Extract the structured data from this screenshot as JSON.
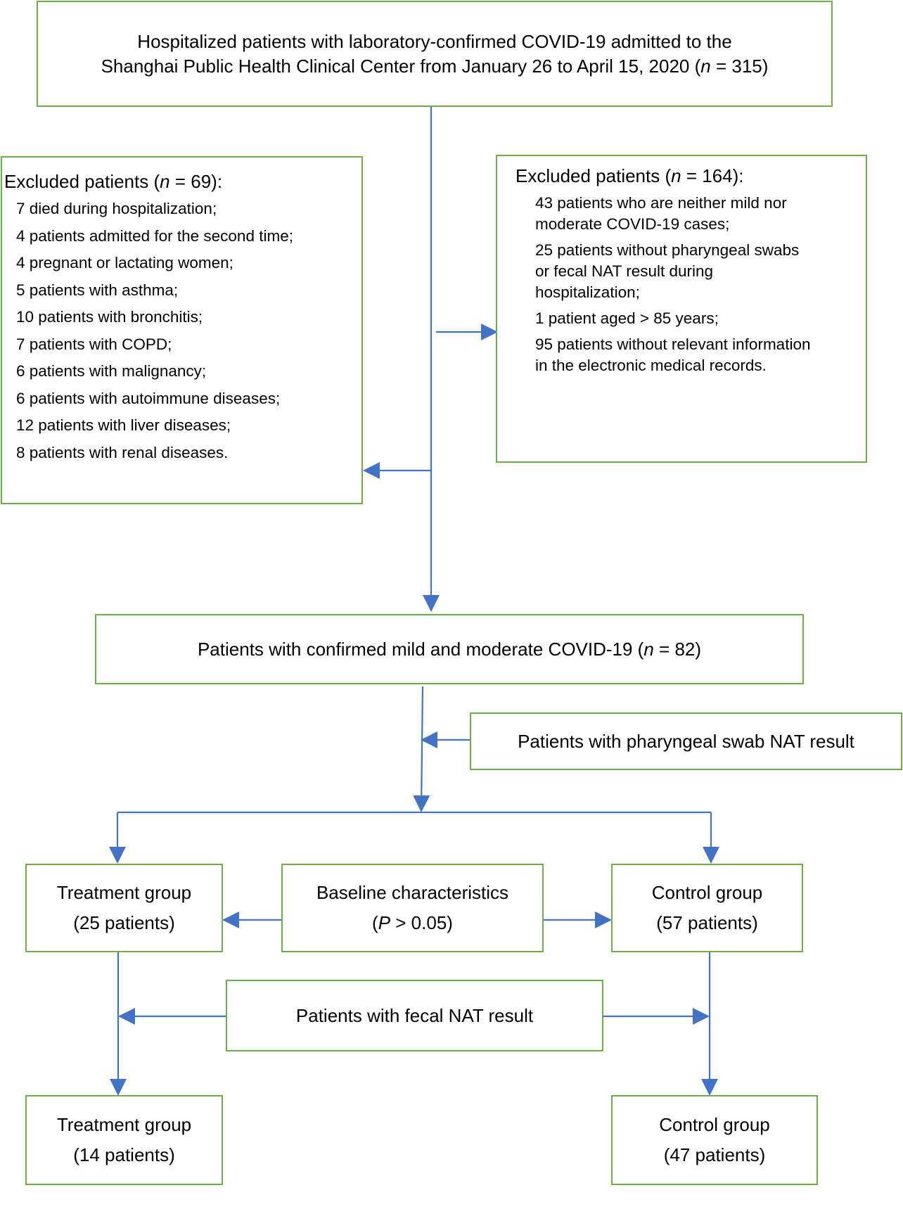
{
  "title_box": {
    "line1": "Hospitalized patients with laboratory-confirmed COVID-19 admitted to the",
    "line2_a": "Shanghai Public Health Clinical Center from January 26 to April 15, 2020 (",
    "line2_n": "n",
    "line2_b": " = 315)"
  },
  "excluded_left": {
    "title_a": "Excluded patients (",
    "title_n": "n",
    "title_b": " = 69):",
    "items": [
      "7 died during hospitalization;",
      "4 patients admitted for the second time;",
      "4 pregnant or lactating women;",
      "5 patients with asthma;",
      "10 patients with bronchitis;",
      "7 patients with COPD;",
      "6 patients with malignancy;",
      "6 patients with autoimmune diseases;",
      "12 patients with liver diseases;",
      "8 patients with renal diseases."
    ]
  },
  "excluded_right": {
    "title_a": "Excluded patients (",
    "title_n": "n",
    "title_b": " = 164):",
    "items": [
      "43 patients who are neither mild nor\nmoderate COVID-19 cases;",
      "25 patients without pharyngeal swabs\nor fecal NAT result during\nhospitalization;",
      "1 patient aged > 85 years;",
      "95 patients without relevant information\nin the electronic medical records."
    ]
  },
  "confirmed_box": {
    "text_a": "Patients with confirmed mild and moderate COVID-19 (",
    "text_n": "n",
    "text_b": " = 82)"
  },
  "pharyngeal_box": {
    "text": "Patients with pharyngeal swab NAT result"
  },
  "treatment_group_1": {
    "line1": "Treatment group",
    "line2": "(25 patients)"
  },
  "baseline_box": {
    "line1": "Baseline characteristics",
    "line2_a": "(",
    "line2_p": "P",
    "line2_b": " > 0.05)"
  },
  "control_group_1": {
    "line1": "Control group",
    "line2": "(57 patients)"
  },
  "fecal_box": {
    "text": "Patients with fecal NAT result"
  },
  "treatment_group_2": {
    "line1": "Treatment group",
    "line2": "(14 patients)"
  },
  "control_group_2": {
    "line1": "Control group",
    "line2": "(47 patients)"
  },
  "colors": {
    "box_border": "#70ad47",
    "arrow": "#4472c4"
  }
}
